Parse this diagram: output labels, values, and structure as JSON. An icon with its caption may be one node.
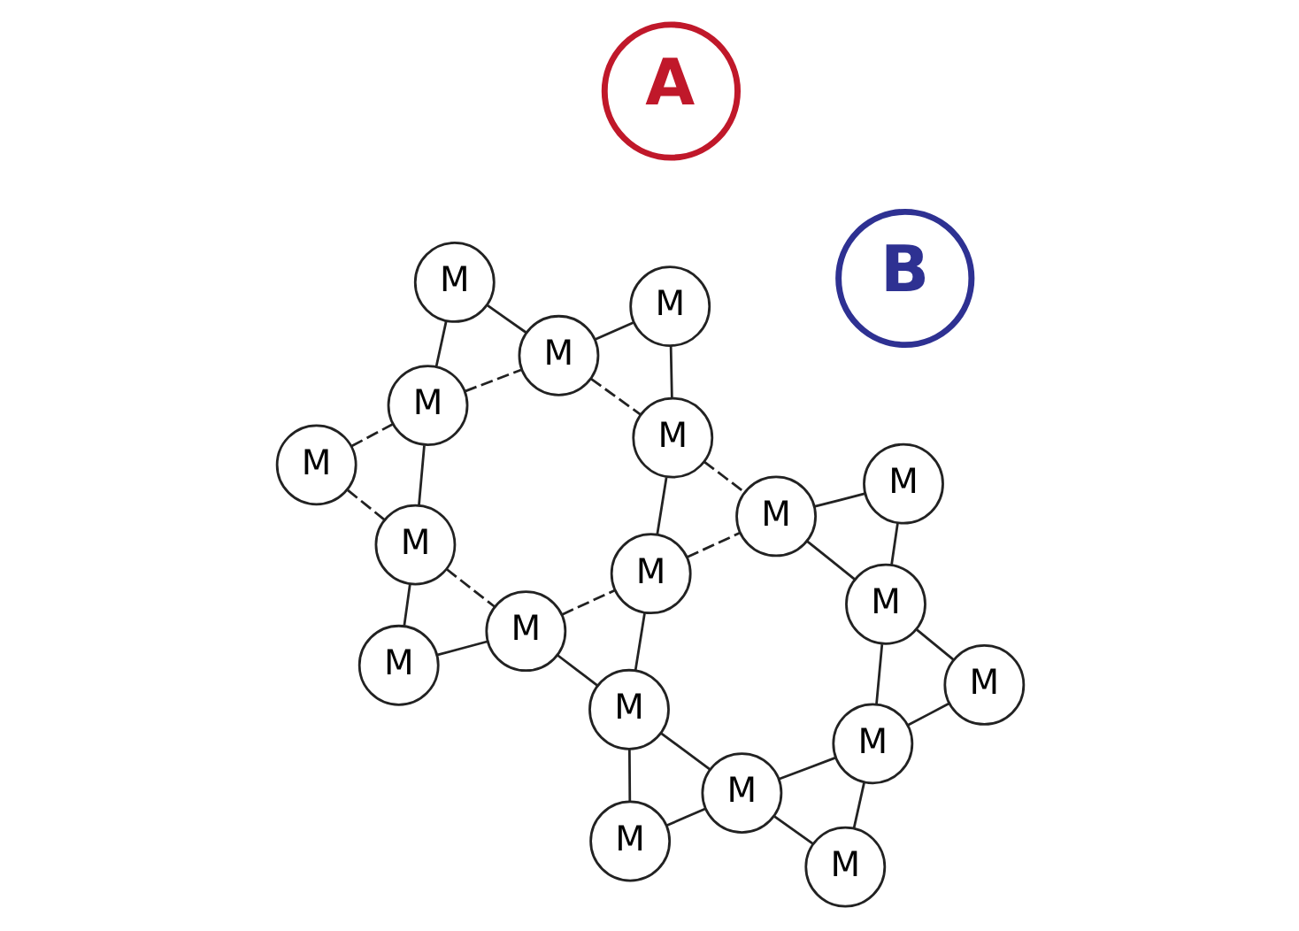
{
  "diagram": {
    "nodes": [
      {
        "text": [
          "M"
        ]
      },
      {
        "text": [
          "M"
        ]
      },
      {
        "text": [
          "M"
        ]
      },
      {
        "text": [
          "M"
        ]
      },
      {
        "text": [
          "M"
        ]
      },
      {
        "text": [
          "M"
        ]
      },
      {
        "text": [
          "M"
        ]
      },
      {
        "text": [
          "M"
        ]
      },
      {
        "text": [
          "B"
        ]
      },
      {
        "text": [
          "M"
        ]
      },
      {
        "text": [
          "A"
        ]
      },
      {
        "text": [
          "M"
        ]
      },
      {
        "text": [
          "M"
        ]
      },
      {
        "text": [
          "M"
        ]
      },
      {
        "text": [
          "M"
        ]
      },
      {
        "text": [
          "M"
        ]
      },
      {
        "text": [
          "M"
        ]
      },
      {
        "text": [
          "M"
        ]
      },
      {
        "text": [
          "M"
        ]
      },
      {
        "text": [
          "M"
        ]
      },
      {
        "text": [
          "M"
        ]
      }
    ],
    "edges": [
      {
        "from": 0,
        "to": 3,
        "arrow": "none"
      },
      {
        "from": 0,
        "to": 4,
        "arrow": "none"
      },
      {
        "from": 1,
        "to": 5,
        "arrow": "none"
      },
      {
        "from": 1,
        "to": 6,
        "arrow": "none"
      },
      {
        "from": 2,
        "to": 3,
        "arrow": "none",
        "style": "dashed"
      },
      {
        "from": 3,
        "to": 4,
        "arrow": "none",
        "style": "dashed"
      },
      {
        "from": 4,
        "to": 5,
        "arrow": "none"
      },
      {
        "from": 5,
        "to": 6,
        "arrow": "none"
      },
      {
        "from": 6,
        "to": 7,
        "arrow": "none"
      },
      {
        "from": 2,
        "to": 9,
        "arrow": "none",
        "style": "dashed"
      },
      {
        "from": 3,
        "to": 9,
        "arrow": "none"
      },
      {
        "from": 4,
        "to": 11,
        "arrow": "none",
        "style": "dashed"
      },
      {
        "from": 5,
        "to": 11,
        "arrow": "none"
      },
      {
        "from": 6,
        "to": 12,
        "arrow": "none"
      },
      {
        "from": 7,
        "to": 12,
        "arrow": "none"
      },
      {
        "from": 9,
        "to": 13,
        "arrow": "none"
      },
      {
        "from": 9,
        "to": 14,
        "arrow": "none",
        "style": "dashed"
      },
      {
        "from": 11,
        "to": 15,
        "arrow": "none"
      },
      {
        "from": 11,
        "to": 16,
        "arrow": "none",
        "style": "dashed"
      },
      {
        "from": 12,
        "to": 17,
        "arrow": "none"
      },
      {
        "from": 12,
        "to": 18,
        "arrow": "none"
      },
      {
        "from": 13,
        "to": 14,
        "arrow": "none"
      },
      {
        "from": 14,
        "to": 15,
        "arrow": "none",
        "style": "dashed"
      },
      {
        "from": 15,
        "to": 16,
        "arrow": "none",
        "style": "dashed"
      },
      {
        "from": 16,
        "to": 17,
        "arrow": "none"
      },
      {
        "from": 17,
        "to": 18,
        "arrow": "none"
      },
      {
        "from": 14,
        "to": 19,
        "arrow": "none"
      },
      {
        "from": 15,
        "to": 19,
        "arrow": "none"
      },
      {
        "from": 16,
        "to": 20,
        "arrow": "none"
      },
      {
        "from": 17,
        "to": 20,
        "arrow": "none"
      }
    ]
  }
}
